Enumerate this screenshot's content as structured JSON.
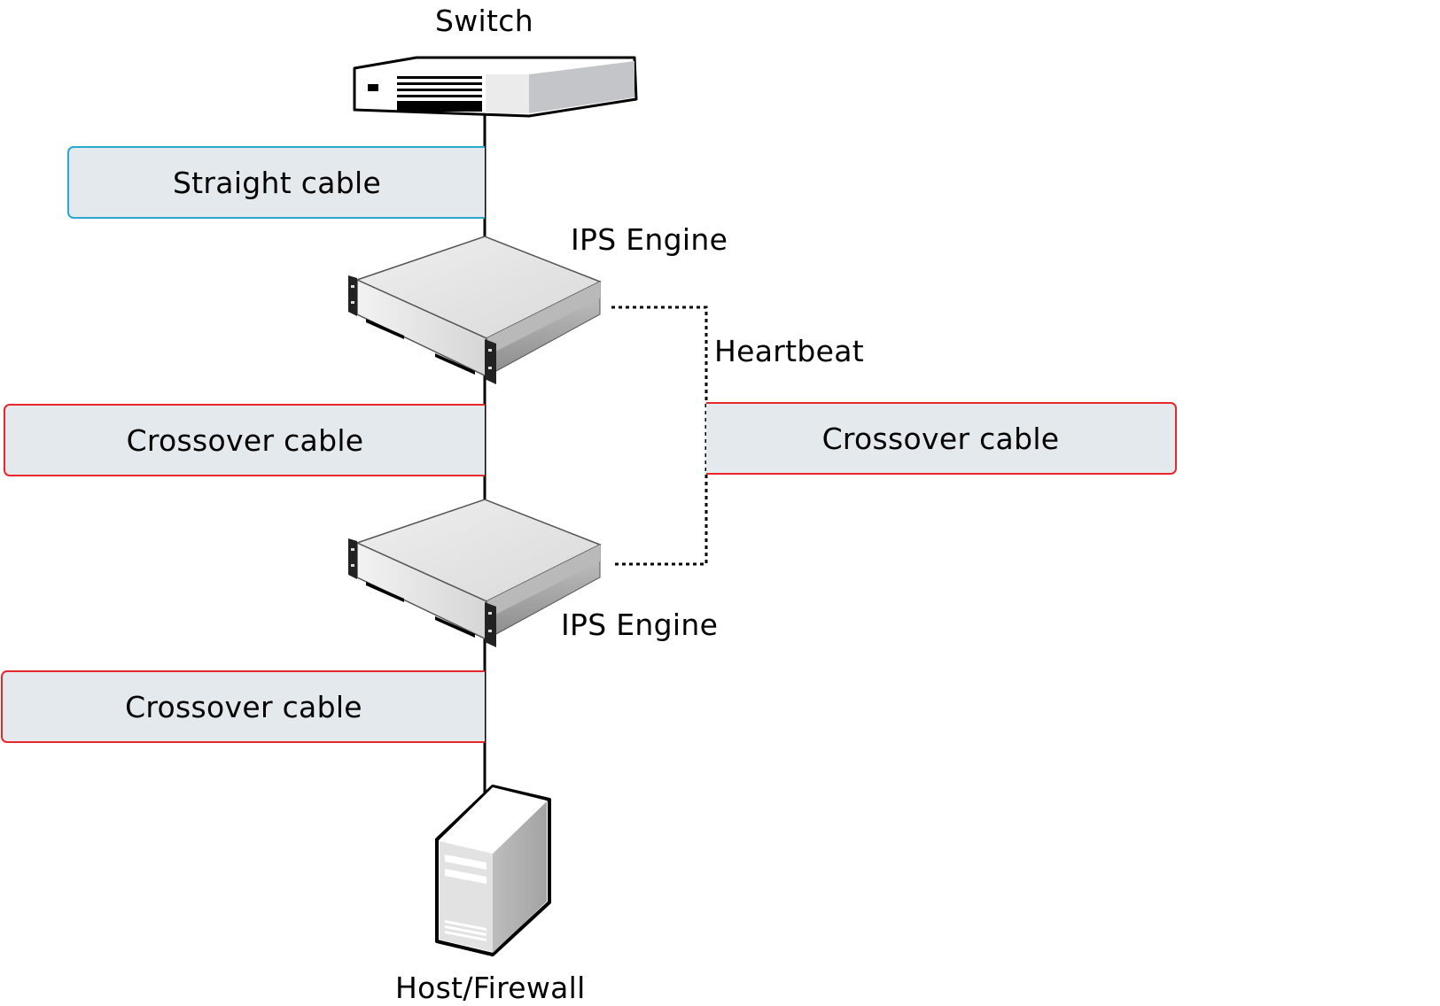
{
  "devices": {
    "switch": {
      "label": "Switch",
      "icon": "switch-icon"
    },
    "ips_top": {
      "label": "IPS Engine",
      "icon": "server-rack-icon"
    },
    "ips_bottom": {
      "label": "IPS Engine",
      "icon": "server-rack-icon"
    },
    "host": {
      "label": "Host/Firewall",
      "icon": "tower-server-icon"
    }
  },
  "links": {
    "heartbeat_label": "Heartbeat",
    "straight": {
      "label": "Straight cable",
      "border_color": "#29a8d4",
      "fill": "#e3e9ec"
    },
    "crossover_1": {
      "label": "Crossover cable",
      "border_color": "#e8262c",
      "fill": "#e3e9ec"
    },
    "crossover_heartbeat": {
      "label": "Crossover cable",
      "border_color": "#e8262c",
      "fill": "#e3e9ec"
    },
    "crossover_2": {
      "label": "Crossover cable",
      "border_color": "#e8262c",
      "fill": "#e3e9ec"
    }
  }
}
